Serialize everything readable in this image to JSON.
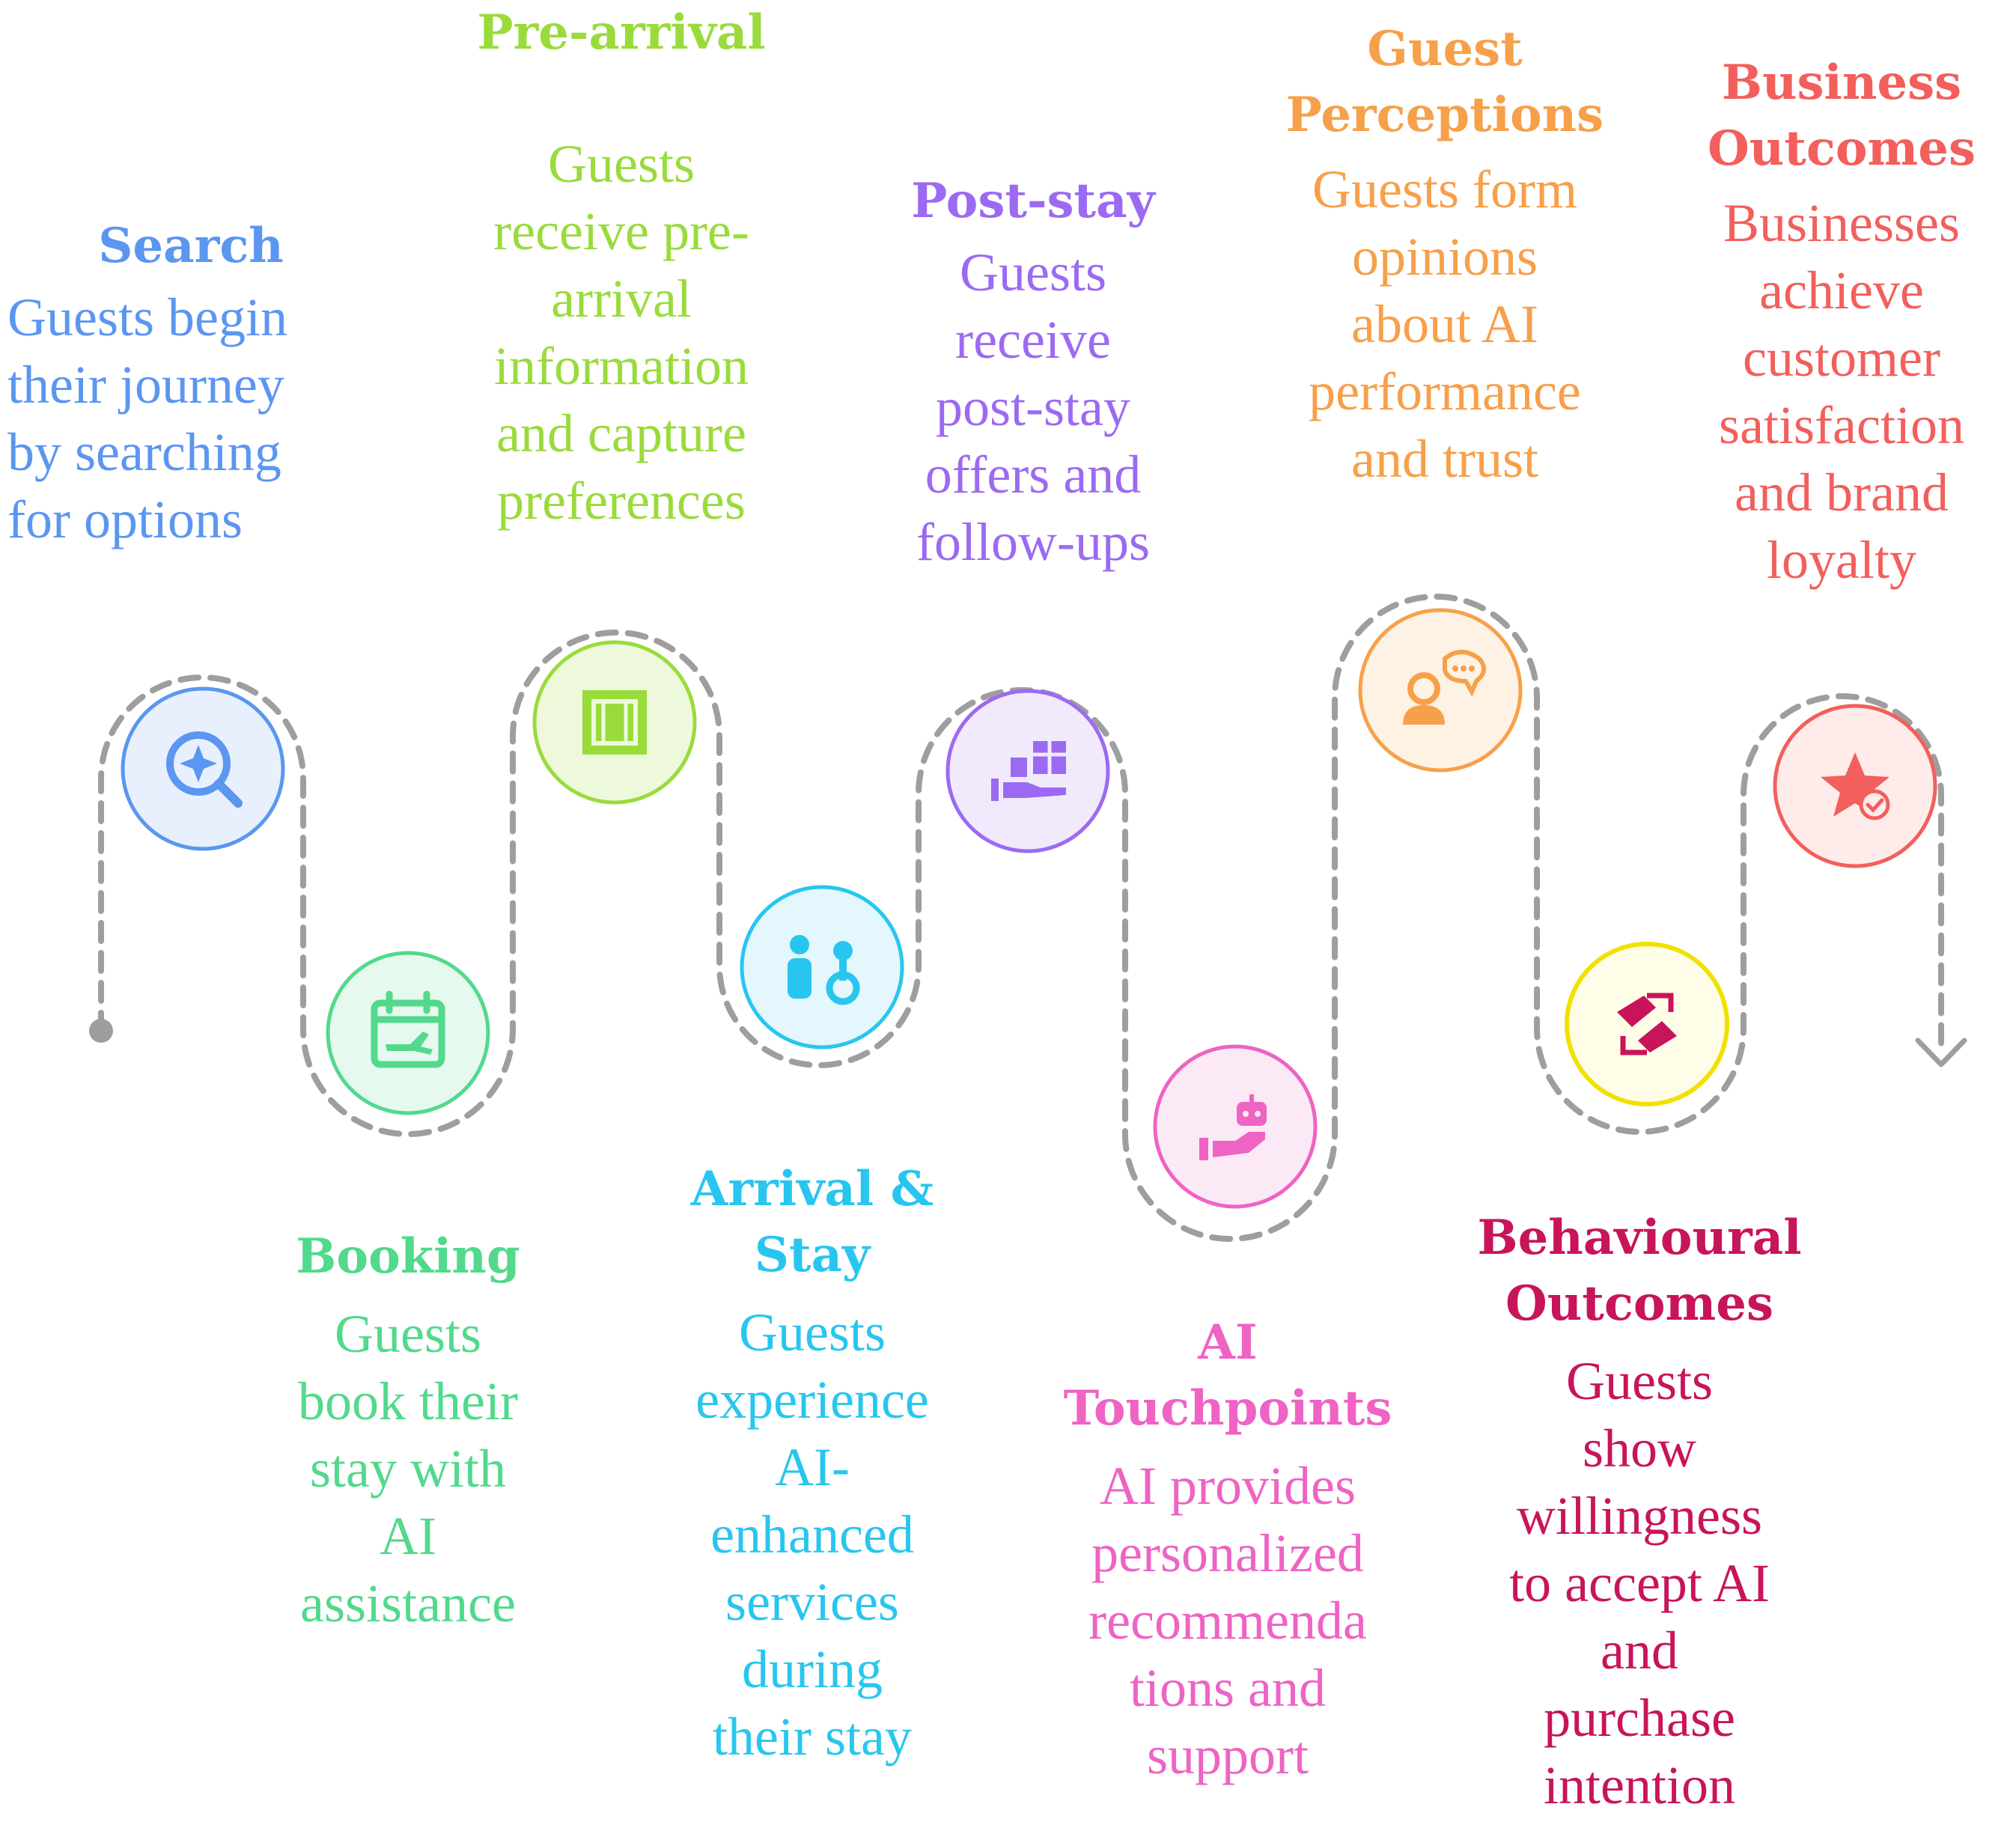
{
  "stages": [
    {
      "id": "search",
      "title": "Search",
      "description": "Guests begin\ntheir journey\nby searching\nfor options",
      "color": "#5B96F0",
      "fill": "#E8F0FD",
      "icon": "search-sparkle-icon"
    },
    {
      "id": "booking",
      "title": "Booking",
      "description": "Guests\nbook their\nstay with\nAI\nassistance",
      "color": "#52D98C",
      "fill": "#E6F9EE",
      "icon": "calendar-flight-icon"
    },
    {
      "id": "pre-arrival",
      "title": "Pre-arrival",
      "description": "Guests\nreceive pre-\narrival\ninformation\nand capture\npreferences",
      "color": "#9ADB3C",
      "fill": "#EEF9DC",
      "icon": "door-icon"
    },
    {
      "id": "arrival-stay",
      "title": "Arrival &\nStay",
      "description": "Guests\nexperience\nAI-\nenhanced\nservices\nduring\ntheir stay",
      "color": "#28C6EE",
      "fill": "#E3F7FD",
      "icon": "person-key-icon"
    },
    {
      "id": "post-stay",
      "title": "Post-stay",
      "description": "Guests\nreceive\npost-stay\noffers and\nfollow-ups",
      "color": "#9C6AF2",
      "fill": "#F1EAFD",
      "icon": "gift-hand-icon"
    },
    {
      "id": "ai-touchpoints",
      "title": "AI\nTouchpoints",
      "description": "AI provides\npersonalized\nrecommenda\ntions and\nsupport",
      "color": "#EE63C4",
      "fill": "#FCE9F6",
      "icon": "robot-hand-icon"
    },
    {
      "id": "guest-perceptions",
      "title": "Guest\nPerceptions",
      "description": "Guests form\nopinions\nabout AI\nperformance\nand trust",
      "color": "#F7A04A",
      "fill": "#FEF2E4",
      "icon": "person-speech-icon"
    },
    {
      "id": "behavioural-outcomes",
      "title": "Behavioural\nOutcomes",
      "description": "Guests\nshow\nwillingness\nto accept AI\nand\npurchase\nintention",
      "color": "#C8145A",
      "accent": "#F2E000",
      "fill": "#FFFDE8",
      "icon": "exchange-arrows-icon"
    },
    {
      "id": "business-outcomes",
      "title": "Business\nOutcomes",
      "description": "Businesses\nachieve\ncustomer\nsatisfaction\nand brand\nloyalty",
      "color": "#F25F5C",
      "fill": "#FEEBEA",
      "icon": "star-badge-icon"
    }
  ],
  "path": {
    "stroke_color": "#9E9E9E",
    "start_dot": "start-dot-icon",
    "end_arrow": "arrow-down-icon"
  }
}
